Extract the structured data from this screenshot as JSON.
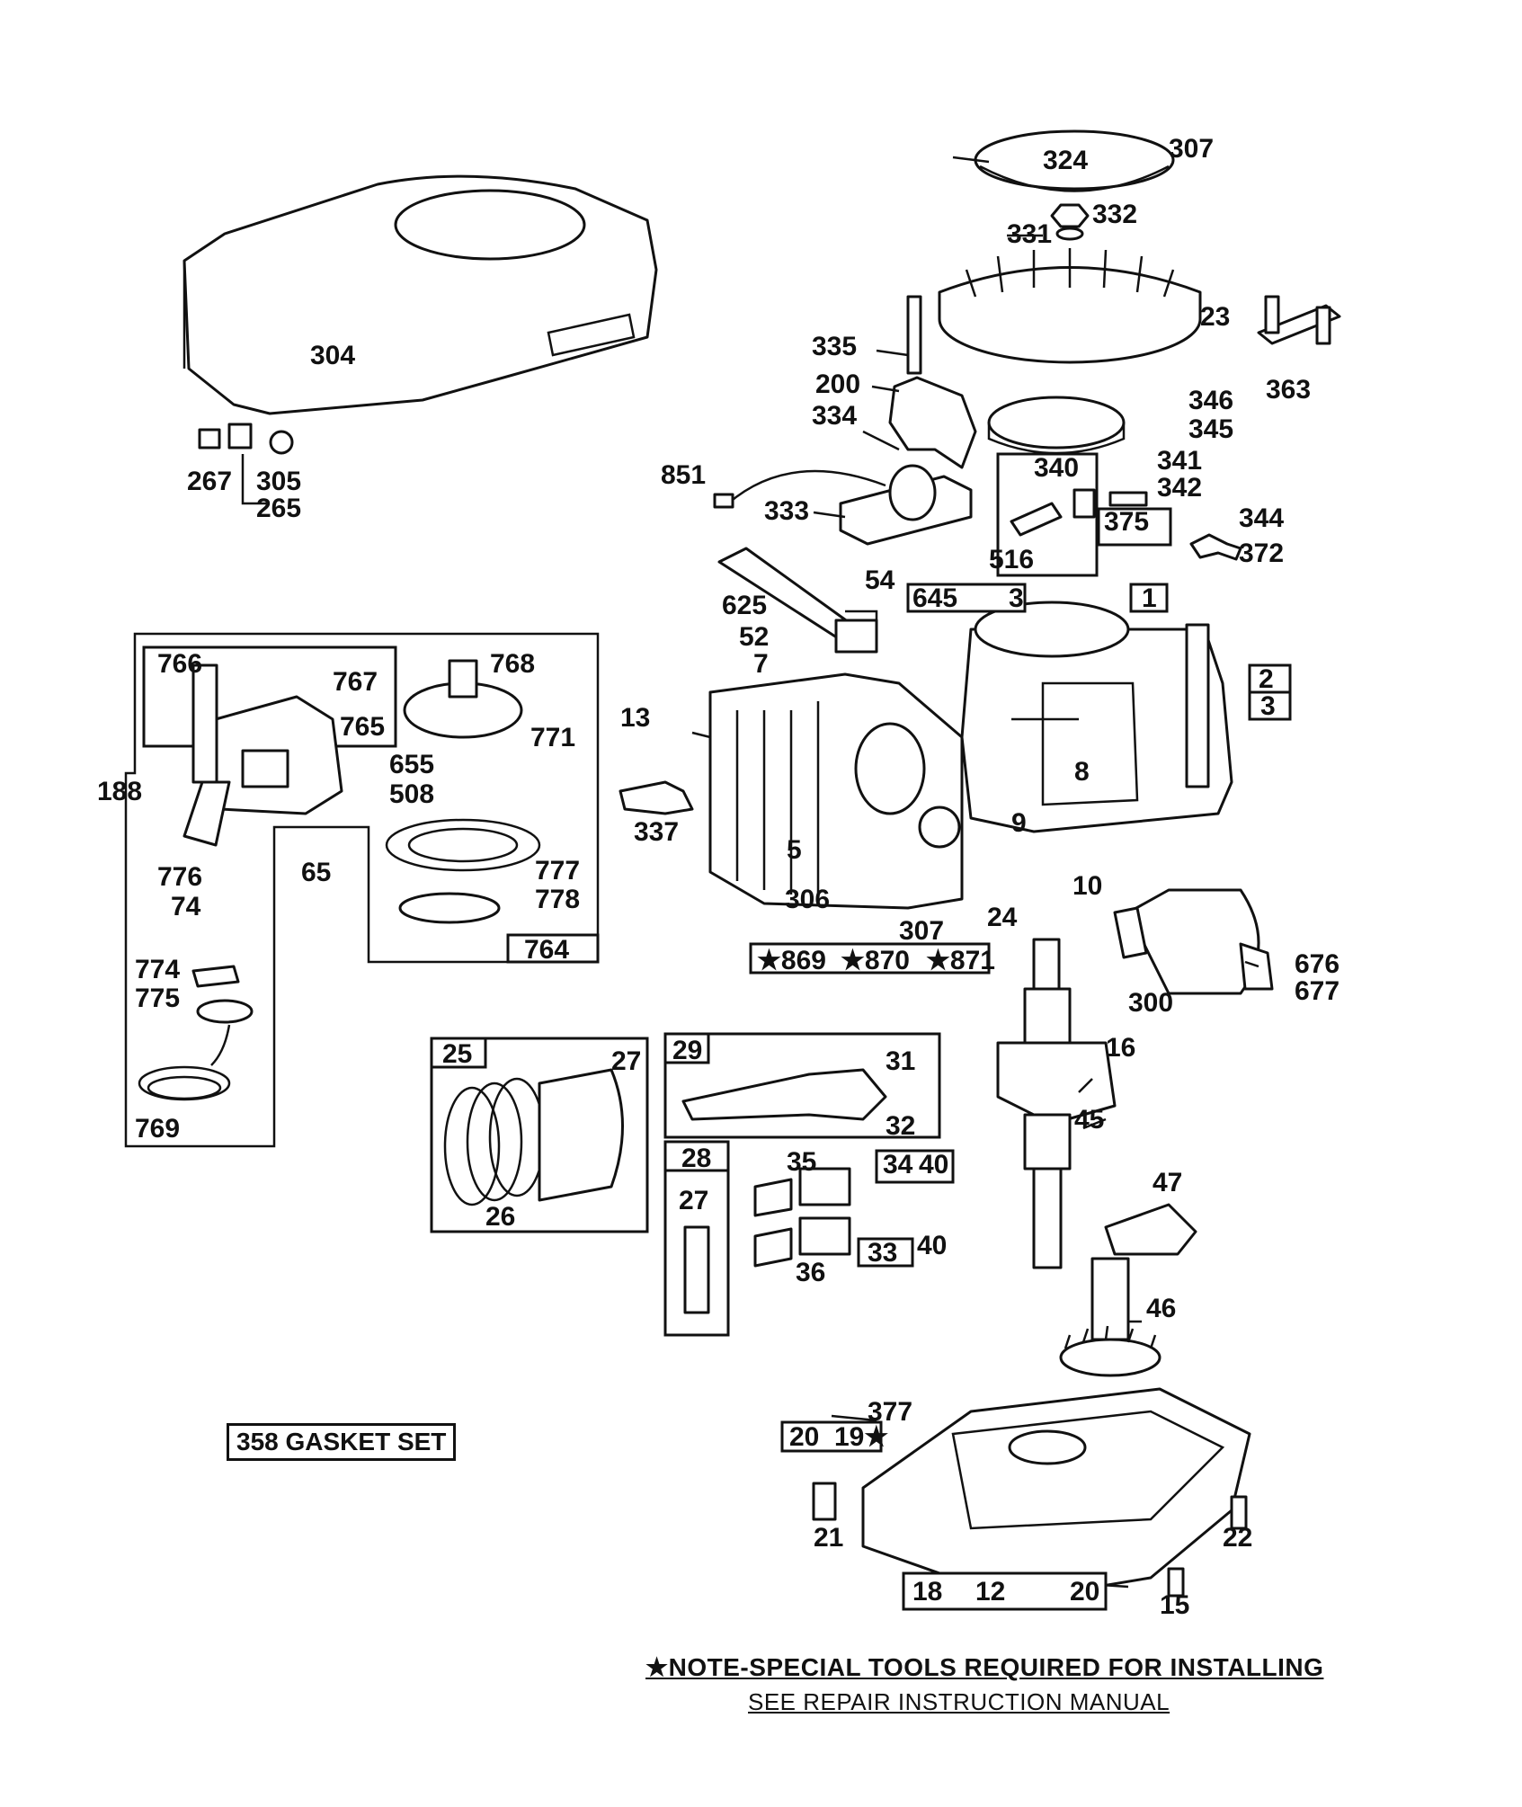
{
  "parts": {
    "p324": "324",
    "p307a": "307",
    "p332": "332",
    "p331": "331",
    "p23": "23",
    "p363": "363",
    "p335": "335",
    "p200": "200",
    "p346": "346",
    "p345": "345",
    "p334": "334",
    "p340": "340",
    "p341": "341",
    "p342": "342",
    "p851": "851",
    "p333": "333",
    "p375": "375",
    "p344": "344",
    "p372": "372",
    "p516": "516",
    "p54": "54",
    "p645": "645",
    "p3a": "3",
    "p1": "1",
    "p625": "625",
    "p52": "52",
    "p7": "7",
    "p2": "2",
    "p3b": "3",
    "p13": "13",
    "p8": "8",
    "p337": "337",
    "p5": "5",
    "p9": "9",
    "p10": "10",
    "p306": "306",
    "p307b": "307",
    "p24": "24",
    "p869": "869",
    "p870": "870",
    "p871": "871",
    "p676": "676",
    "p677": "677",
    "p300": "300",
    "p16": "16",
    "p45": "45",
    "p304": "304",
    "p267": "267",
    "p305": "305",
    "p265": "265",
    "p766": "766",
    "p767": "767",
    "p768": "768",
    "p765": "765",
    "p771": "771",
    "p188": "188",
    "p655": "655",
    "p508": "508",
    "p65": "65",
    "p776": "776",
    "p74": "74",
    "p777": "777",
    "p778": "778",
    "p764": "764",
    "p774": "774",
    "p775": "775",
    "p769": "769",
    "p25": "25",
    "p27a": "27",
    "p26": "26",
    "p29": "29",
    "p31": "31",
    "p32": "32",
    "p28": "28",
    "p27b": "27",
    "p35": "35",
    "p34": "34",
    "p40a": "40",
    "p36": "36",
    "p33": "33",
    "p40b": "40",
    "p47": "47",
    "p46": "46",
    "p377": "377",
    "p20a": "20",
    "p19": "19",
    "p21": "21",
    "p22": "22",
    "p18": "18",
    "p12": "12",
    "p20b": "20",
    "p15": "15"
  },
  "gasket_set": "358 GASKET SET",
  "note": {
    "line1": "★NOTE-SPECIAL TOOLS REQUIRED  FOR INSTALLING",
    "line2": "SEE REPAIR INSTRUCTION MANUAL"
  }
}
